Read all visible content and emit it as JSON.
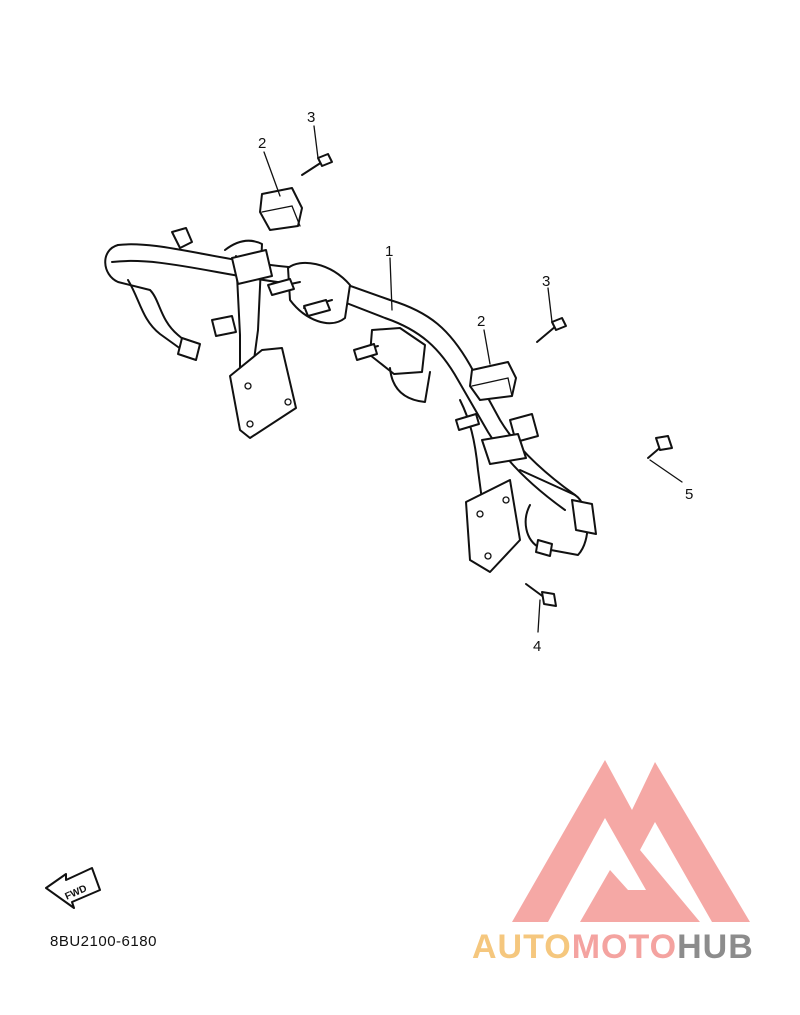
{
  "callouts": {
    "c1": "1",
    "c2a": "2",
    "c2b": "2",
    "c3a": "3",
    "c3b": "3",
    "c4": "4",
    "c5": "5"
  },
  "fwd_label": "FWD",
  "diagram_code": "8BU2100-6180",
  "watermark": {
    "part1": "AUTO",
    "part2": "MOTO",
    "part3": "HUB",
    "colors": {
      "part1": "#f5c77e",
      "part2": "#f4a3a0",
      "part3": "#8c8c8c",
      "logo": "#f4a3a0"
    }
  }
}
